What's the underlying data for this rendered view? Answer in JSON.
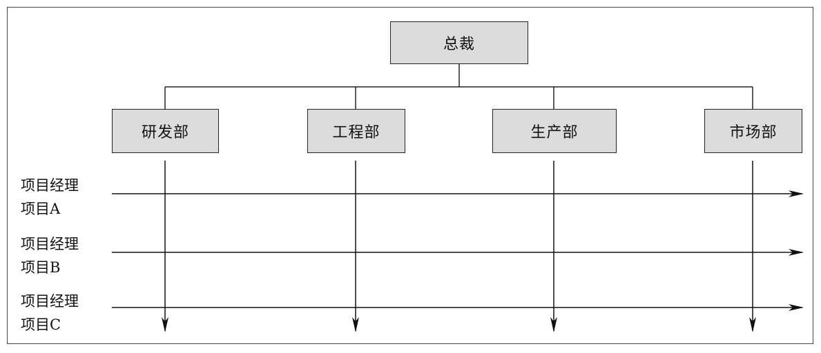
{
  "root": {
    "label": "总裁"
  },
  "departments": [
    {
      "label": "研发部"
    },
    {
      "label": "工程部"
    },
    {
      "label": "生产部"
    },
    {
      "label": "市场部"
    }
  ],
  "projects": [
    {
      "role": "项目经理",
      "name": "项目A"
    },
    {
      "role": "项目经理",
      "name": "项目B"
    },
    {
      "role": "项目经理",
      "name": "项目C"
    }
  ],
  "colors": {
    "box_fill": "#dcdcdc",
    "line": "#222222"
  }
}
